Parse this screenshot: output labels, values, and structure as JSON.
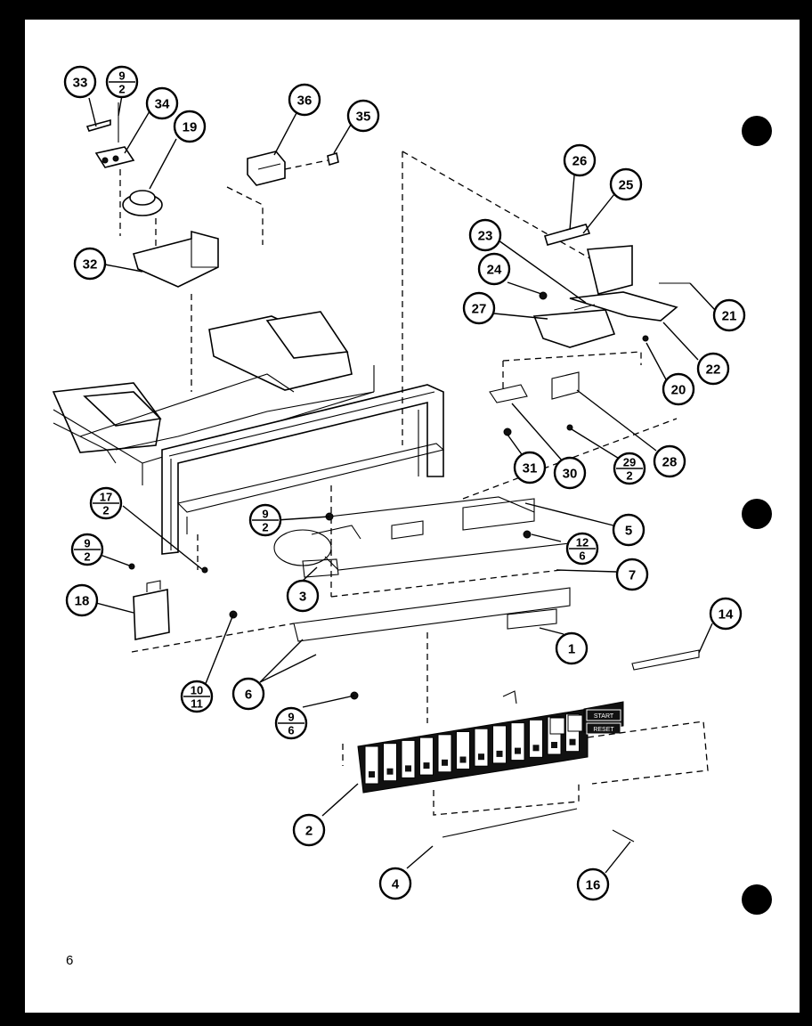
{
  "page_number": "6",
  "callouts": {
    "c1": "1",
    "c2": "2",
    "c3": "3",
    "c4": "4",
    "c5": "5",
    "c6": "6",
    "c7": "7",
    "c14": "14",
    "c16": "16",
    "c18": "18",
    "c19": "19",
    "c20": "20",
    "c21": "21",
    "c22": "22",
    "c23": "23",
    "c24": "24",
    "c25": "25",
    "c26": "26",
    "c27": "27",
    "c28": "28",
    "c30": "30",
    "c31": "31",
    "c32": "32",
    "c33": "33",
    "c34": "34",
    "c35": "35",
    "c36": "36"
  },
  "fractions": {
    "f1": {
      "top": "9",
      "bottom": "2"
    },
    "f2": {
      "top": "17",
      "bottom": "2"
    },
    "f3": {
      "top": "9",
      "bottom": "2"
    },
    "f4": {
      "top": "9",
      "bottom": "2"
    },
    "f5": {
      "top": "10",
      "bottom": "11"
    },
    "f6": {
      "top": "9",
      "bottom": "6"
    },
    "f7": {
      "top": "12",
      "bottom": "6"
    },
    "f8": {
      "top": "29",
      "bottom": "2"
    }
  },
  "panel": {
    "start_label": "START",
    "reset_label": "RESET"
  }
}
